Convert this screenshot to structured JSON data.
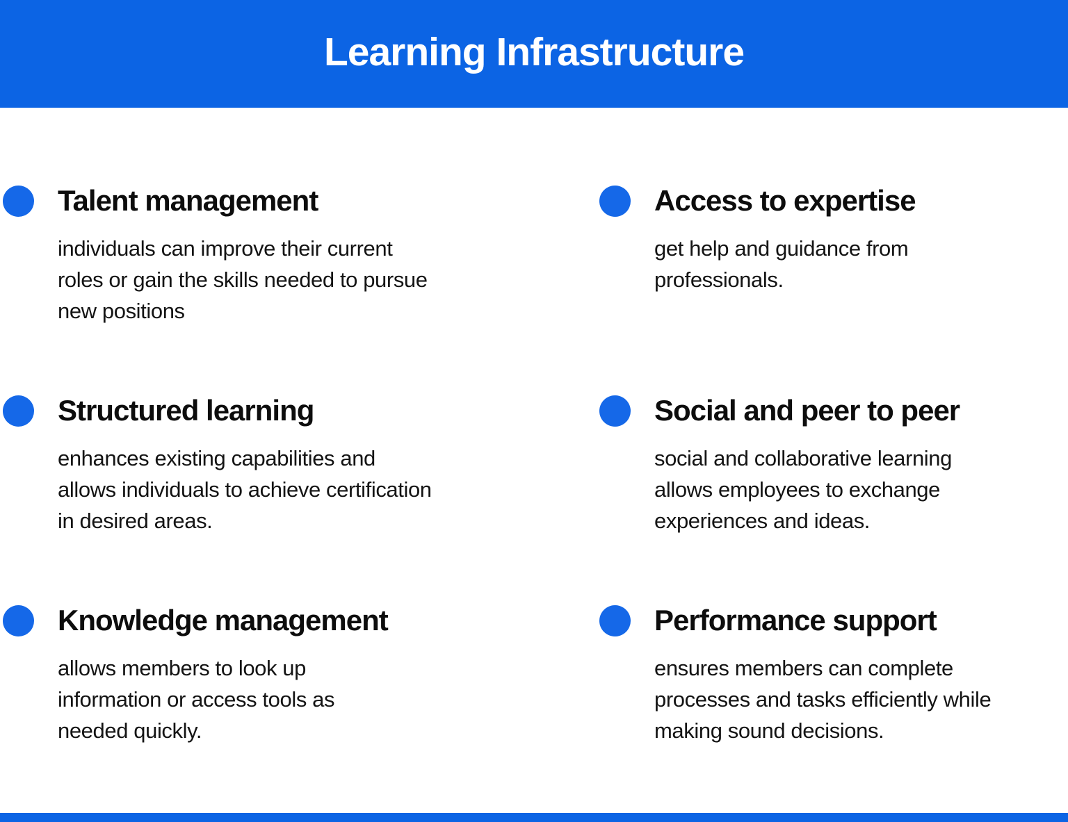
{
  "header": {
    "title": "Learning Infrastructure"
  },
  "colors": {
    "header_bg": "#0c64e4",
    "bullet": "#1568e8",
    "title_text": "#ffffff",
    "body_text": "#141414",
    "page_bg": "#ffffff",
    "footer_bar": "#0c64e4"
  },
  "items": [
    {
      "title": "Talent management",
      "description": "individuals can improve their current\nroles or gain the skills needed to pursue\nnew positions"
    },
    {
      "title": "Access to expertise",
      "description": "get help and guidance from\nprofessionals."
    },
    {
      "title": "Structured learning",
      "description": "enhances existing capabilities and\nallows individuals to achieve certification\nin desired areas."
    },
    {
      "title": "Social and peer to peer",
      "description": "social and collaborative learning\nallows employees to exchange\nexperiences and ideas."
    },
    {
      "title": "Knowledge management",
      "description": "allows members to look up\ninformation or access tools as\nneeded quickly."
    },
    {
      "title": "Performance support",
      "description": "ensures members can complete\nprocesses and tasks efficiently while\nmaking sound decisions."
    }
  ]
}
